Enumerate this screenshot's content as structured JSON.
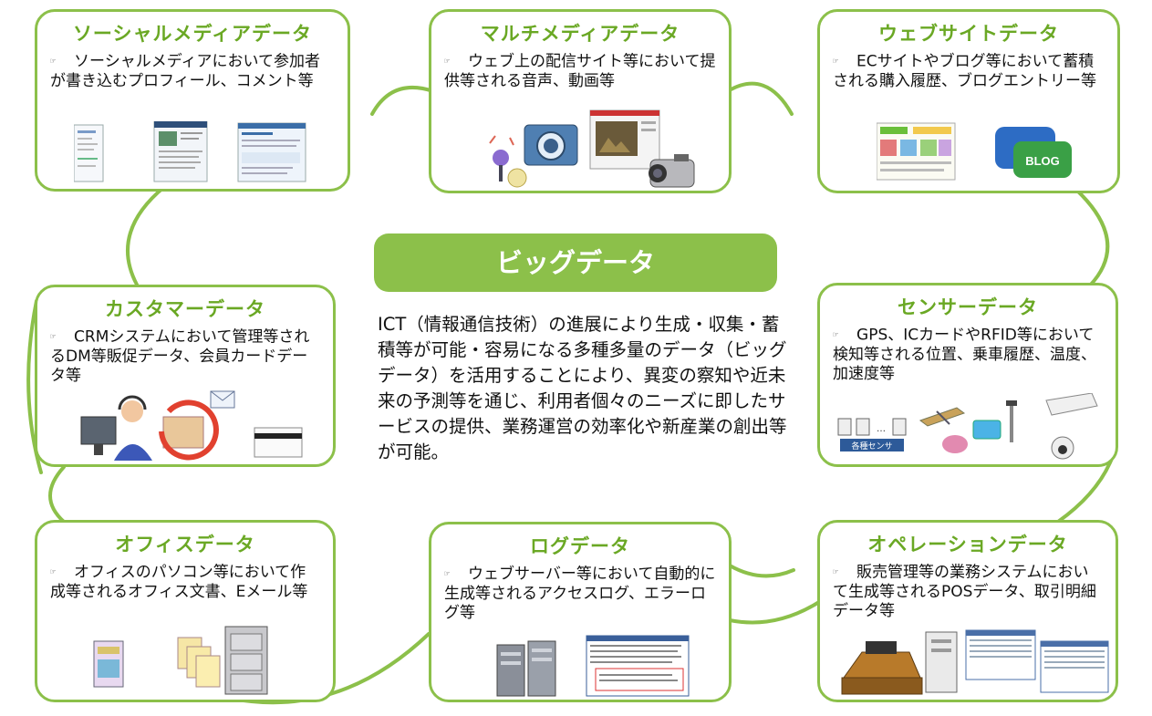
{
  "diagram": {
    "center_title": "ビッグデータ",
    "center_text": "ICT（情報通信技術）の進展により生成・収集・蓄積等が可能・容易になる多種多量のデータ（ビッグデータ）を活用することにより、異変の察知や近未来の予測等を通じ、利用者個々のニーズに即したサービスの提供、業務運営の効率化や新産業の創出等が可能。",
    "bullet_mark": "☞",
    "colors": {
      "accent": "#8cc04a",
      "title_text": "#6aa824",
      "bar_text": "#ffffff"
    },
    "cards": [
      {
        "title": "ソーシャルメディアデータ",
        "description": "ソーシャルメディアにおいて参加者が書き込むプロフィール、コメント等",
        "illustration": "web-page-screenshots"
      },
      {
        "title": "マルチメディアデータ",
        "description": "ウェブ上の配信サイト等において提供等される音声、動画等",
        "illustration": "camera-microphone-video"
      },
      {
        "title": "ウェブサイトデータ",
        "description": "ECサイトやブログ等において蓄積される購入履歴、ブログエントリー等",
        "illustration": "ec-site-and-blog",
        "blog_badge": "BLOG"
      },
      {
        "title": "カスタマーデータ",
        "description": "CRMシステムにおいて管理等されるDM等販促データ、会員カードデータ等",
        "illustration": "operator-dm-card"
      },
      {
        "title": "センサーデータ",
        "description": "GPS、ICカードやRFID等において検知等される位置、乗車履歴、温度、加速度等",
        "illustration": "sensors-gps-camera",
        "sensor_label": "各種センサ"
      },
      {
        "title": "オフィスデータ",
        "description": "オフィスのパソコン等において作成等されるオフィス文書、Eメール等",
        "illustration": "documents-cabinet"
      },
      {
        "title": "ログデータ",
        "description": "ウェブサーバー等において自動的に生成等されるアクセスログ、エラーログ等",
        "illustration": "servers-log"
      },
      {
        "title": "オペレーションデータ",
        "description": "販売管理等の業務システムにおいて生成等されるPOSデータ、取引明細データ等",
        "illustration": "pos-register-server"
      }
    ]
  }
}
